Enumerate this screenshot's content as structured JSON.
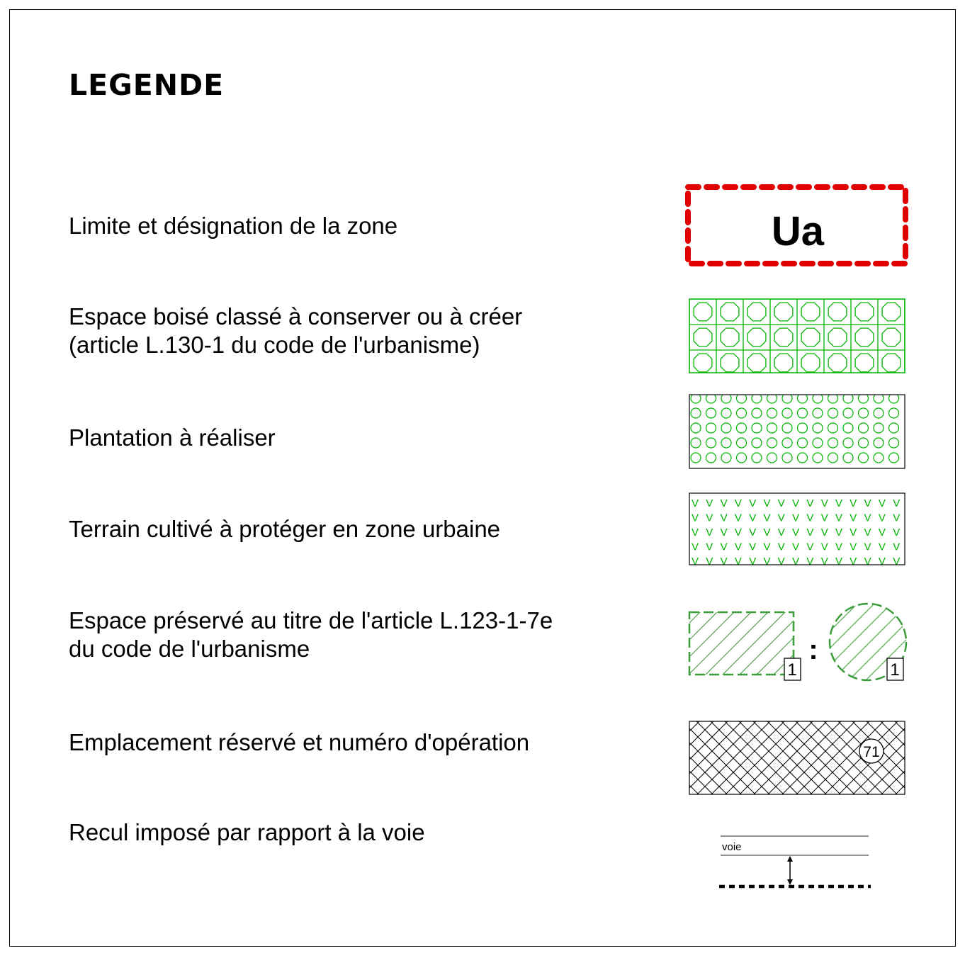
{
  "title": "LEGENDE",
  "colors": {
    "zone_boundary": "#e00000",
    "vegetation": "#00b400",
    "preserved": "#3c9c3c",
    "line": "#000000"
  },
  "items": [
    {
      "id": "zone-limit",
      "lines": [
        "Limite et désignation de la zone"
      ],
      "symbol": {
        "type": "dashed-rectangle",
        "text": "Ua"
      }
    },
    {
      "id": "espace-boise-classe",
      "lines": [
        "Espace boisé classé à conserver ou à créer",
        "(article L.130-1 du code de l'urbanisme)"
      ],
      "symbol": {
        "type": "grid-octagons"
      }
    },
    {
      "id": "plantation",
      "lines": [
        "Plantation à réaliser"
      ],
      "symbol": {
        "type": "circle-pattern"
      }
    },
    {
      "id": "terrain-cultive",
      "lines": [
        "Terrain cultivé à protéger en zone urbaine"
      ],
      "symbol": {
        "type": "v-pattern",
        "char": "V"
      }
    },
    {
      "id": "espace-preserve",
      "lines": [
        "Espace préservé au titre de l'article L.123-1-7e",
        "du code de l'urbanisme"
      ],
      "symbol": {
        "type": "hatched-shapes",
        "separator": ":",
        "rect_number": "1",
        "circle_number": "1"
      }
    },
    {
      "id": "emplacement-reserve",
      "lines": [
        "Emplacement réservé et numéro d'opération"
      ],
      "symbol": {
        "type": "cross-hatch",
        "number": "71"
      }
    },
    {
      "id": "recul",
      "lines": [
        "Recul imposé par rapport à la voie"
      ],
      "symbol": {
        "type": "setback",
        "road_label": "voie"
      }
    }
  ]
}
